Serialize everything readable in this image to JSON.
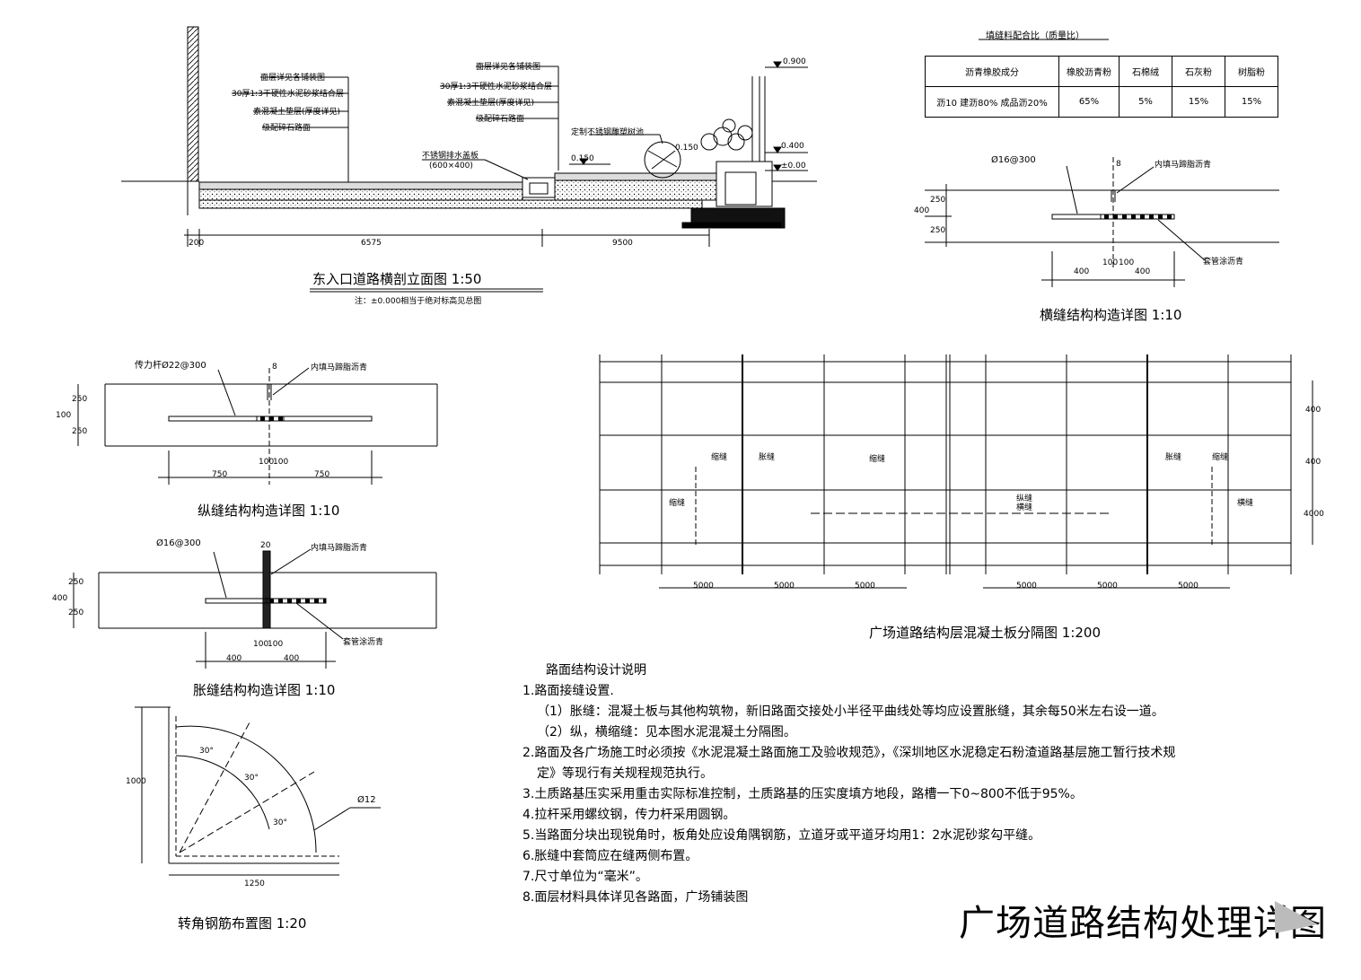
{
  "sheet_title": "广场道路结构处理详图",
  "section": {
    "title": "东入口道路横剖立面图 1:50",
    "note": "注：±0.000相当于绝对标高见总图",
    "left_callouts": [
      "面层详见各铺装图",
      "30厚1:3干硬性水泥砂浆结合层",
      "素混凝土垫层(厚度详见)",
      "级配碎石路面"
    ],
    "right_callouts": [
      "面层详见各铺装图",
      "30厚1:3干硬性水泥砂浆结合层",
      "素混凝土垫层(厚度详见)",
      "级配碎石路面"
    ],
    "joint_label": "不锈钢排水盖板",
    "joint_sub": "(600×400)",
    "planter_label": "定制不锈钢雕塑树池",
    "elevations": [
      "0.150",
      "0.400",
      "±0.00",
      "0.900",
      "0.150"
    ],
    "dims": [
      "200",
      "6575",
      "9500"
    ]
  },
  "mix_table": {
    "title": "填缝料配合比（质量比）",
    "headers": [
      "沥青橡胶成分",
      "橡胶沥青粉",
      "石棉绒",
      "石灰粉",
      "树脂粉"
    ],
    "row": [
      "沥10 建沥80% 成品沥20%",
      "65%",
      "5%",
      "15%",
      "15%"
    ]
  },
  "transverse": {
    "title": "横缝结构构造详图 1:10",
    "bar": "Ø16@300",
    "seal": "内填马蹄脂沥青",
    "sleeve": "套管涂沥青",
    "width_mark": "8",
    "dims": [
      "400",
      "400",
      "100",
      "100",
      "400",
      "250",
      "250"
    ]
  },
  "longitudinal": {
    "title": "纵缝结构构造详图 1:10",
    "bar": "传力杆Ø22@300",
    "seal": "内填马蹄脂沥青",
    "width_mark": "8",
    "dims": [
      "750",
      "750",
      "100",
      "100",
      "100",
      "250",
      "250"
    ]
  },
  "expansion": {
    "title": "胀缝结构构造详图 1:10",
    "bar": "Ø16@300",
    "seal": "内填马蹄脂沥青",
    "sleeve": "套管涂沥青",
    "width_mark": "20",
    "dims": [
      "400",
      "400",
      "100",
      "100",
      "400",
      "250",
      "250"
    ]
  },
  "corner": {
    "title": "转角钢筋布置图 1:20",
    "angles": [
      "30°",
      "30°",
      "30°"
    ],
    "bar": "Ø12",
    "dims": [
      "1000",
      "1250"
    ]
  },
  "plan": {
    "title": "广场道路结构层混凝土板分隔图 1:200",
    "labels": [
      "缩缝",
      "胀缝",
      "缩缝",
      "胀缝",
      "缩缝",
      "缩缝",
      "横缝",
      "纵缝",
      "横缝"
    ],
    "dims_bottom": [
      "5000",
      "5000",
      "5000",
      "5000",
      "5000",
      "5000"
    ],
    "dims_right": [
      "400",
      "400",
      "4000"
    ]
  },
  "notes": {
    "title": "路面结构设计说明",
    "lines": [
      "1.路面接缝设置.",
      "（1）胀缝：混凝土板与其他构筑物，新旧路面交接处小半径平曲线处等均应设置胀缝，其余每50米左右设一道。",
      "（2）纵，横缩缝：见本图水泥混凝土分隔图。",
      "2.路面及各广场施工时必须按《水泥混凝土路面施工及验收规范》，《深圳地区水泥稳定石粉渣道路基层施工暂行技术规",
      "定》等现行有关规程规范执行。",
      "3.土质路基压实采用重击实际标准控制，土质路基的压实度填方地段，路槽一下0~800不低于95%。",
      "4.拉杆采用螺纹钢，传力杆采用圆钢。",
      "5.当路面分块出现锐角时，板角处应设角隅钢筋，立道牙或平道牙均用1：2水泥砂浆勾平缝。",
      "6.胀缝中套筒应在缝两侧布置。",
      "7.尺寸单位为“毫米”。",
      "8.面层材料具体详见各路面，广场铺装图"
    ]
  }
}
